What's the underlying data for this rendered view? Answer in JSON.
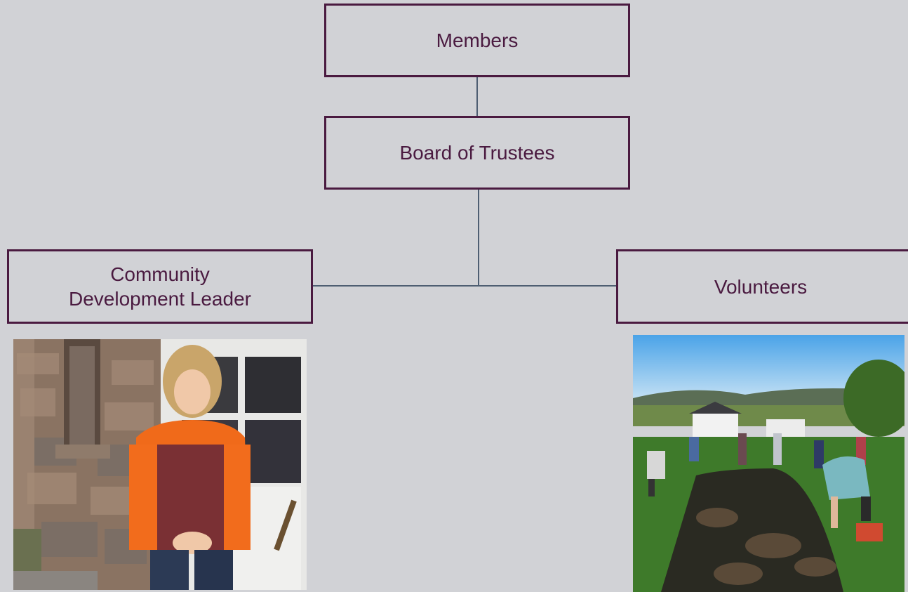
{
  "org_chart": {
    "members": {
      "label": "Members"
    },
    "board": {
      "label": "Board of Trustees"
    },
    "leader": {
      "label": "Community\nDevelopment Leader"
    },
    "volunteers": {
      "label": "Volunteers"
    }
  },
  "colors": {
    "background": "#d1d2d6",
    "box_border": "#4a1a40",
    "text": "#4a1a40",
    "connector": "#4e5e72"
  }
}
